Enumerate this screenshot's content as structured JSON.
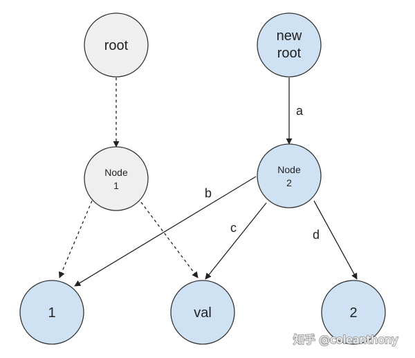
{
  "nodes": {
    "root": {
      "label": "root"
    },
    "new_root": {
      "lines": [
        "new",
        "root"
      ]
    },
    "node1": {
      "lines": [
        "Node",
        "1"
      ]
    },
    "node2": {
      "lines": [
        "Node",
        "2"
      ]
    },
    "leaf_1": {
      "label": "1"
    },
    "leaf_val": {
      "label": "val"
    },
    "leaf_2": {
      "label": "2"
    }
  },
  "edge_labels": {
    "a": "a",
    "b": "b",
    "c": "c",
    "d": "d"
  },
  "watermark": "知乎 @coleanthony",
  "colors": {
    "gray_node": "#efefef",
    "blue_node": "#cfe2f3",
    "stroke": "#333333"
  }
}
